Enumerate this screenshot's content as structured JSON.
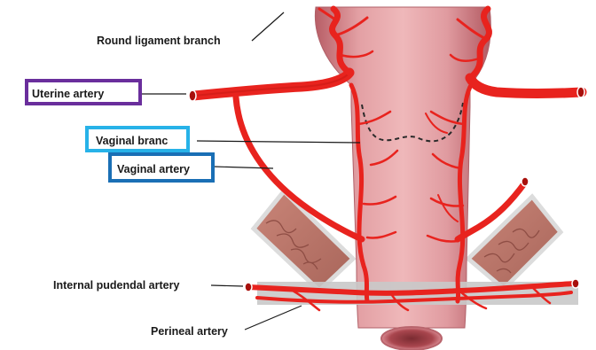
{
  "labels": {
    "round_ligament_branch": "Round ligament branch",
    "uterine_artery": "Uterine artery",
    "vaginal_branch": "Vaginal branc",
    "vaginal_artery": "Vaginal artery",
    "internal_pudendal_artery": "Internal pudendal artery",
    "perineal_artery": "Perineal artery"
  },
  "colors": {
    "artery_red": "#e8231e",
    "artery_dark": "#a8100c",
    "tissue_pink": "#d9878c",
    "muscle_brown": "#b87468",
    "membrane_gray": "#c9c9c9",
    "uterine_box": "#6a2e9c",
    "vaginal_branch_box": "#27b2e8",
    "vaginal_artery_box": "#1a6fb5"
  }
}
